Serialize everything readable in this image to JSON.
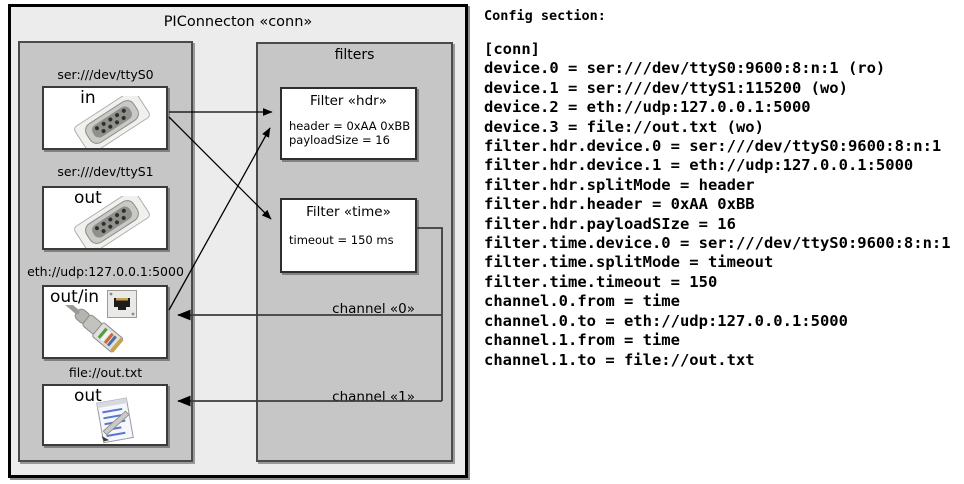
{
  "diagram": {
    "title": "PIConnecton «conn»",
    "filters_group_title": "filters",
    "devices": [
      {
        "uri": "ser:///dev/ttyS0",
        "direction": "in",
        "icon": "serial-connector-icon"
      },
      {
        "uri": "ser:///dev/ttyS1",
        "direction": "out",
        "icon": "serial-connector-icon"
      },
      {
        "uri": "eth://udp:127.0.0.1:5000",
        "direction": "out/in",
        "icon": "ethernet-port-icon"
      },
      {
        "uri": "file://out.txt",
        "direction": "out",
        "icon": "notepad-icon"
      }
    ],
    "filters": [
      {
        "title": "Filter «hdr»",
        "attributes": [
          "header = 0xAA 0xBB",
          "payloadSize = 16"
        ]
      },
      {
        "title": "Filter «time»",
        "attributes": [
          "timeout = 150 ms"
        ]
      }
    ],
    "channels": [
      {
        "label": "channel «0»"
      },
      {
        "label": "channel «1»"
      }
    ]
  },
  "config": {
    "heading": "Config section:",
    "lines": [
      "[conn]",
      "device.0 = ser:///dev/ttyS0:9600:8:n:1 (ro)",
      "device.1 = ser:///dev/ttyS1:115200 (wo)",
      "device.2 = eth://udp:127.0.0.1:5000",
      "device.3 = file://out.txt (wo)",
      "filter.hdr.device.0 = ser:///dev/ttyS0:9600:8:n:1",
      "filter.hdr.device.1 = eth://udp:127.0.0.1:5000",
      "filter.hdr.splitMode = header",
      "filter.hdr.header = 0xAA 0xBB",
      "filter.hdr.payloadSIze = 16",
      "filter.time.device.0 = ser:///dev/ttyS0:9600:8:n:1",
      "filter.time.splitMode = timeout",
      "filter.time.timeout = 150",
      "channel.0.from = time",
      "channel.0.to = eth://udp:127.0.0.1:5000",
      "channel.1.from = time",
      "channel.1.to = file://out.txt"
    ]
  },
  "colors": {
    "diagram_background": "#ececec",
    "group_background": "#c6c6c6",
    "box_background": "#ffffff",
    "outline": "#000000",
    "text": "#000000",
    "notepad_line_blue": "#5577cc"
  }
}
